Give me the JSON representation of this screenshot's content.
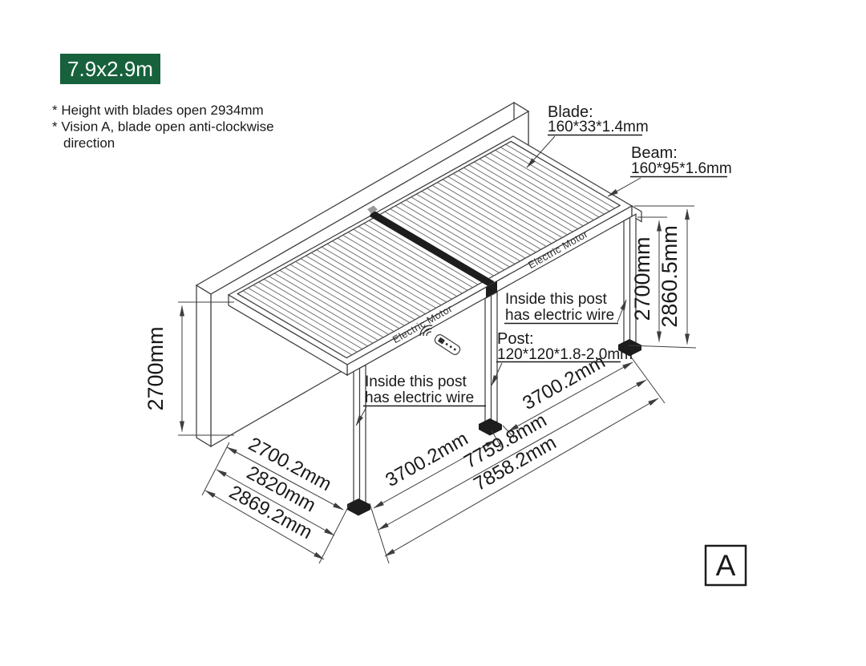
{
  "badge": {
    "label": "7.9x2.9m",
    "bg": "#17613C"
  },
  "notes": {
    "line1": "* Height with blades open 2934mm",
    "line2": "* Vision A, blade open anti-clockwise",
    "line3": "direction"
  },
  "callouts": {
    "blade": {
      "title": "Blade:",
      "value": "160*33*1.4mm"
    },
    "beam": {
      "title": "Beam:",
      "value": "160*95*1.6mm"
    },
    "post": {
      "title": "Post:",
      "value": "120*120*1.8-2.0mm"
    },
    "wire_left": {
      "line1": "Inside this post",
      "line2": "has electric wire"
    },
    "wire_right": {
      "line1": "Inside this post",
      "line2": "has electric wire"
    },
    "motor_left": "Electric Motor",
    "motor_right": "Electric Motor"
  },
  "dimensions": {
    "wall_height": "2700mm",
    "post_height": "2700mm",
    "overall_height": "2860.5mm",
    "depth_inner": "2700.2mm",
    "depth_mid": "2820mm",
    "depth_outer": "2869.2mm",
    "bay_left": "3700.2mm",
    "bay_right": "3700.2mm",
    "length_inner": "7759.8mm",
    "length_outer": "7858.2mm"
  },
  "view_label": "A"
}
